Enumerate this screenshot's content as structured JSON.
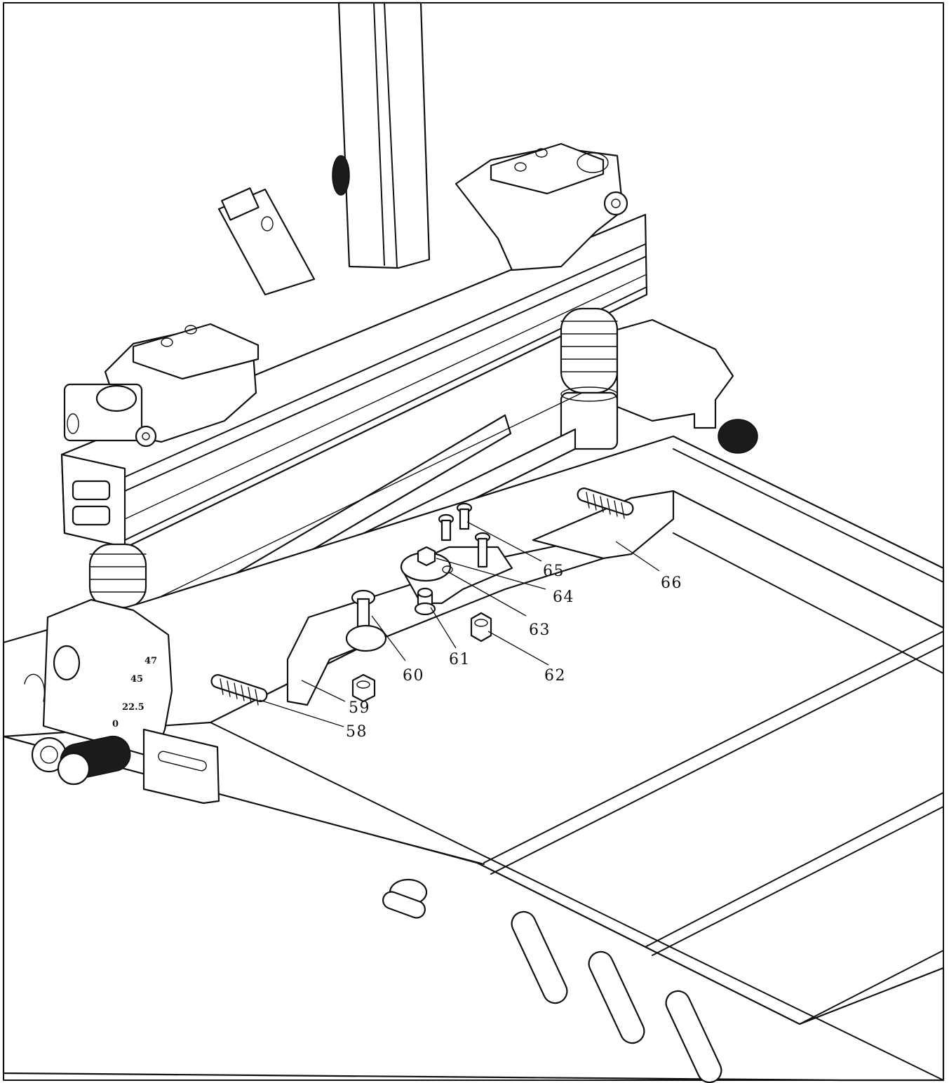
{
  "figure": {
    "callouts": [
      {
        "id": "58",
        "label": "58"
      },
      {
        "id": "59",
        "label": "59"
      },
      {
        "id": "60",
        "label": "60"
      },
      {
        "id": "61",
        "label": "61"
      },
      {
        "id": "62",
        "label": "62"
      },
      {
        "id": "63",
        "label": "63"
      },
      {
        "id": "64",
        "label": "64"
      },
      {
        "id": "65",
        "label": "65"
      },
      {
        "id": "66",
        "label": "66"
      }
    ],
    "scale_marks": [
      "47",
      "45",
      "22.5",
      "0"
    ]
  },
  "colors": {
    "ink": "#111111",
    "paper": "#ffffff",
    "rubber": "#1b1b1b"
  }
}
